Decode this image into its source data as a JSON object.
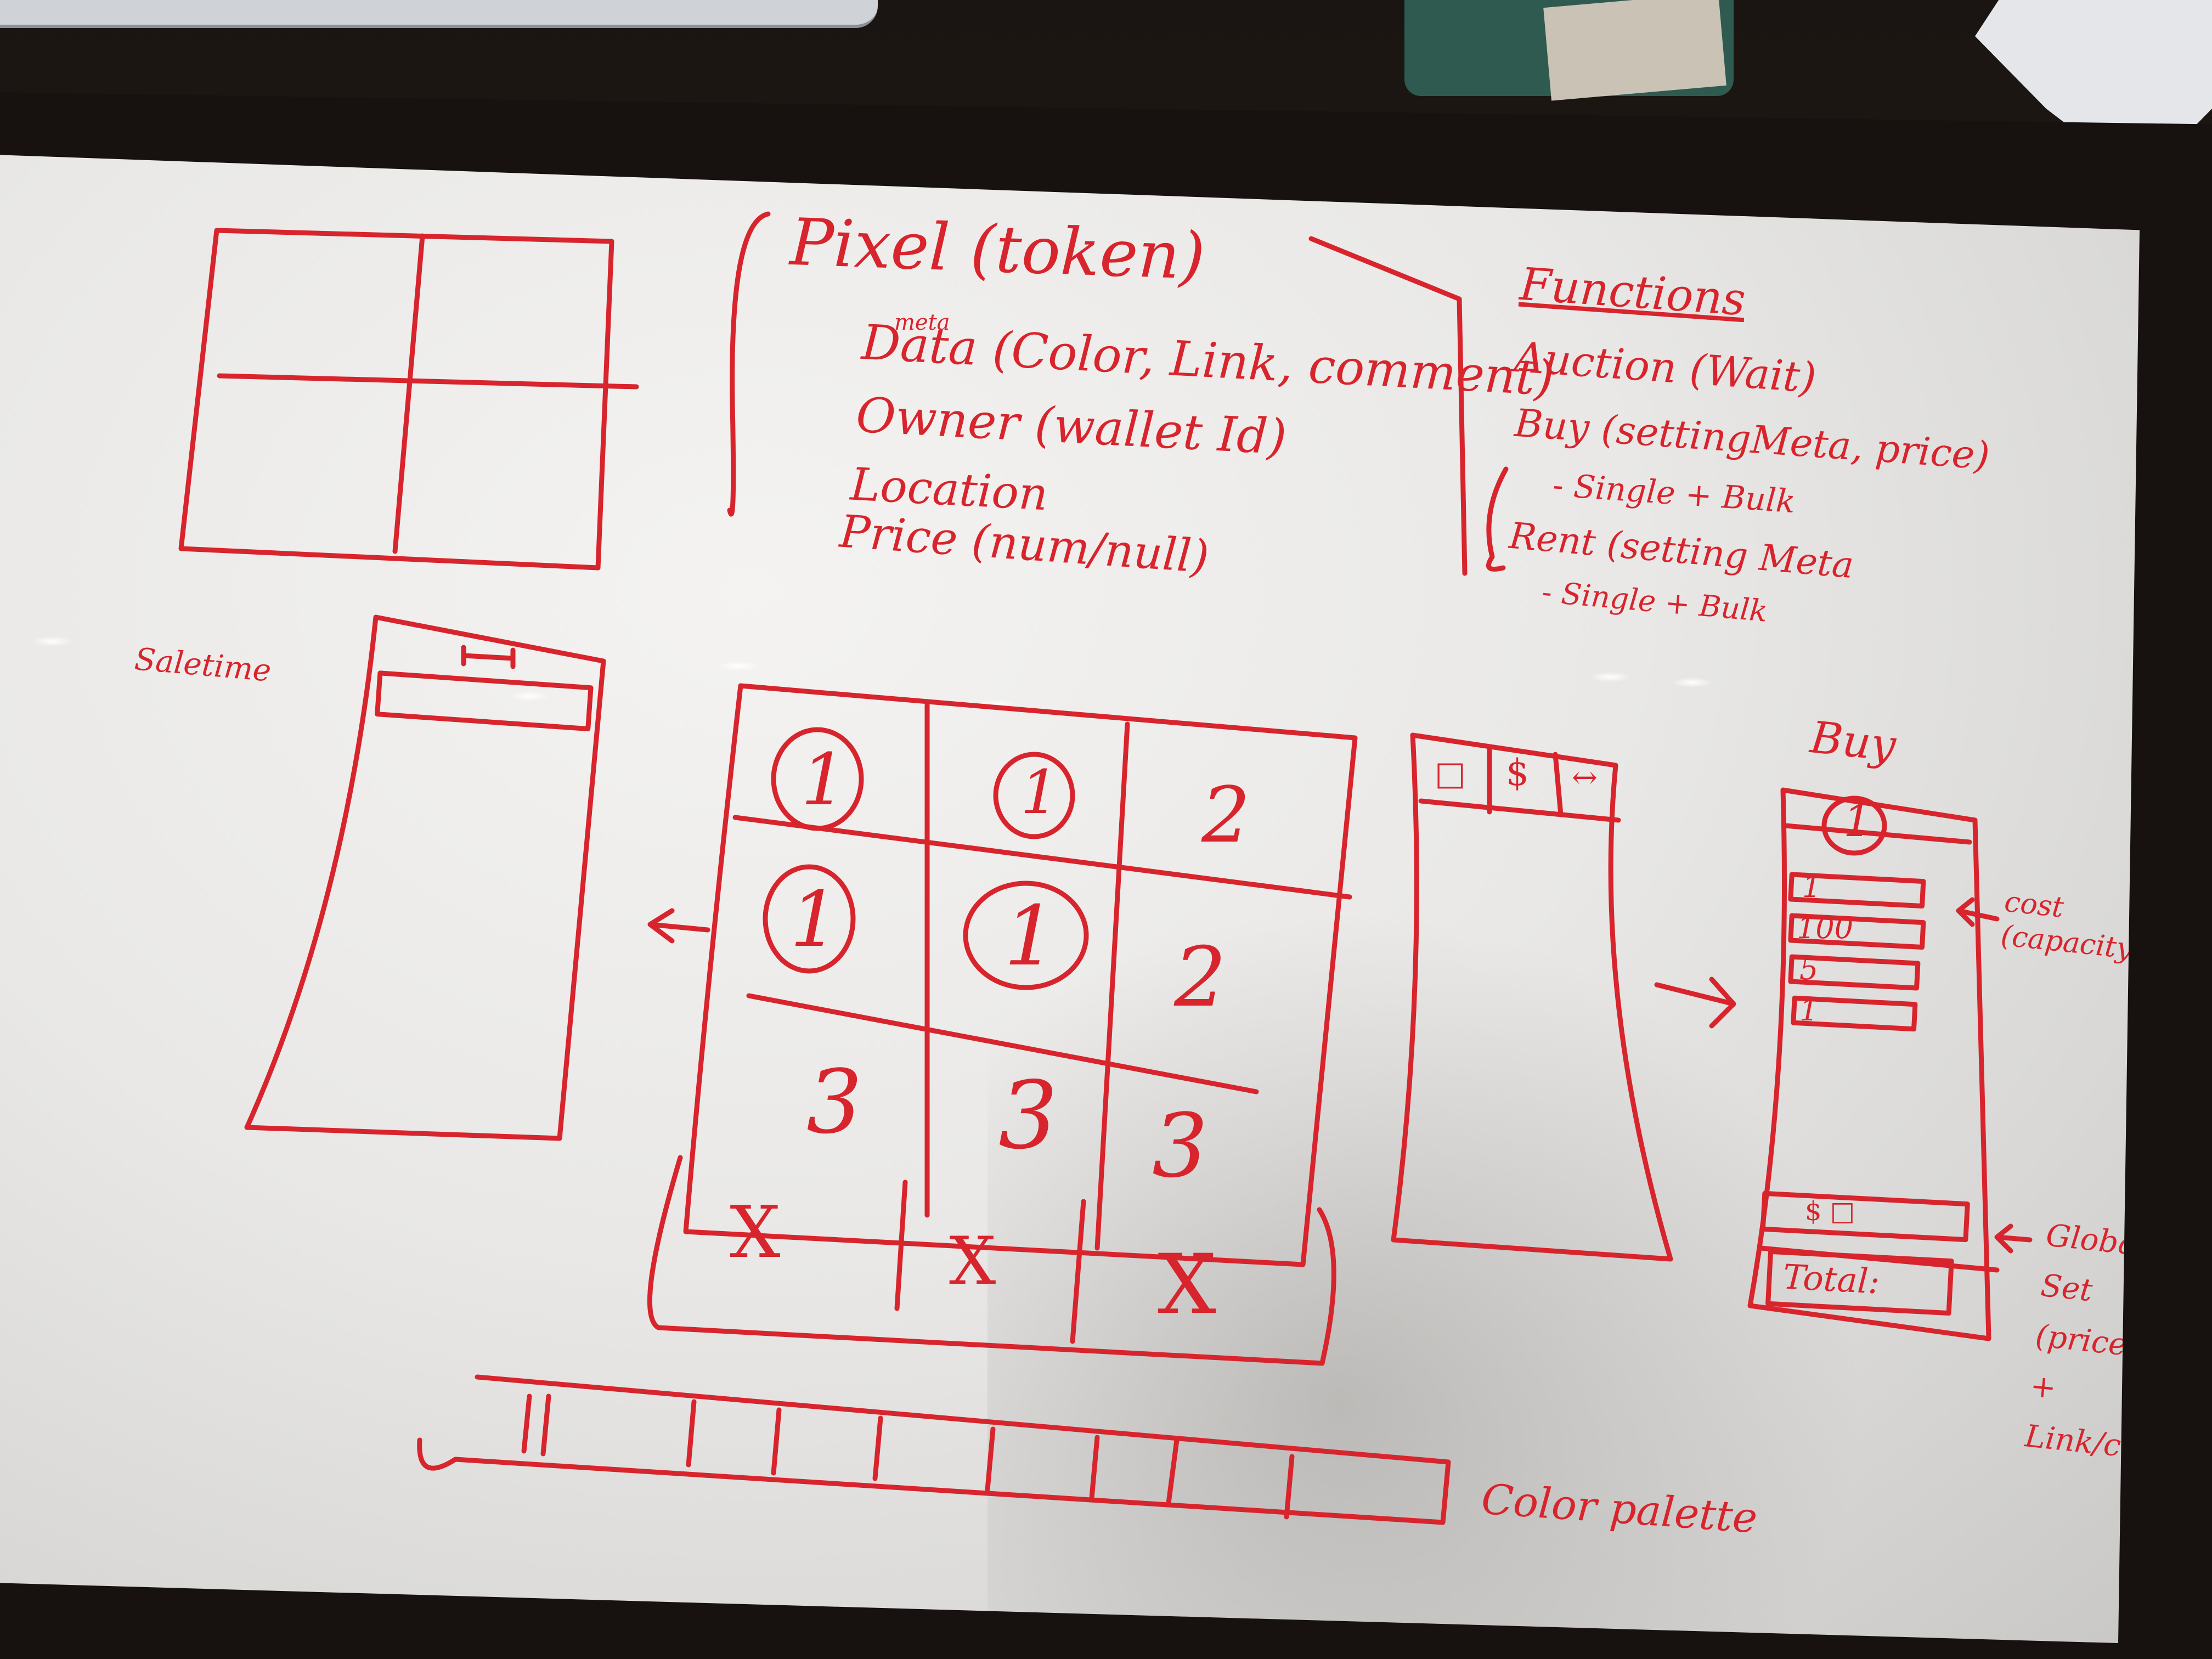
{
  "whiteboard": {
    "ink_color": "#d8242c",
    "token_title": "Pixel (token)",
    "token_fields": [
      {
        "label": "Data (Color, Link, comment)",
        "superscript": "meta"
      },
      {
        "label": "Owner (wallet Id)"
      },
      {
        "label": "Location"
      },
      {
        "label": "Price (num/null)"
      }
    ],
    "functions_title": "Functions",
    "functions": [
      {
        "label": "Auction (Wait)"
      },
      {
        "label": "Buy (settingMeta, price)",
        "detail": "- Single + Bulk"
      },
      {
        "label": "Rent (setting Meta",
        "detail": "- Single + Bulk"
      }
    ],
    "sidebar_label": "Saletime",
    "grid_cells": [
      "1",
      "1",
      "2",
      "1",
      "1",
      "2",
      "3",
      "3",
      "3"
    ],
    "x_row": [
      "X",
      "X",
      "X"
    ],
    "color_palette_label": "Color palette",
    "panel_icons": [
      "□",
      "$",
      "↔"
    ],
    "buy_label": "Buy",
    "buy_values": [
      "1",
      "1",
      "100",
      "5",
      "1"
    ],
    "cost_label": "cost (capacity)",
    "buttons_label": "$ □",
    "total_label": "Total:",
    "global_label": "Global Set (price + Link/comment)"
  }
}
